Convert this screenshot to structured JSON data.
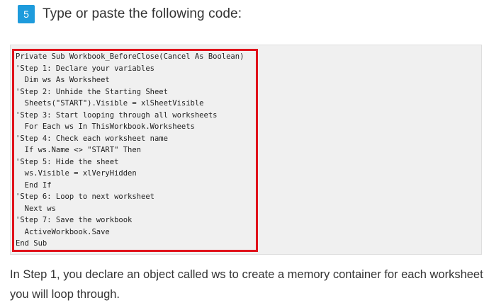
{
  "step": {
    "number": "5",
    "title": "Type or paste the following code:"
  },
  "code": {
    "lines": [
      "Private Sub Workbook_BeforeClose(Cancel As Boolean)",
      "'Step 1: Declare your variables",
      "  Dim ws As Worksheet",
      "'Step 2: Unhide the Starting Sheet",
      "  Sheets(\"START\").Visible = xlSheetVisible",
      "'Step 3: Start looping through all worksheets",
      "  For Each ws In ThisWorkbook.Worksheets",
      "'Step 4: Check each worksheet name",
      "  If ws.Name <> \"START\" Then",
      "'Step 5: Hide the sheet",
      "  ws.Visible = xlVeryHidden",
      "  End If",
      "'Step 6: Loop to next worksheet",
      "  Next ws",
      "'Step 7: Save the workbook",
      "  ActiveWorkbook.Save",
      "End Sub"
    ]
  },
  "description": {
    "text": "In Step 1, you declare an object called ws to create a memory container for each worksheet you will loop through."
  }
}
